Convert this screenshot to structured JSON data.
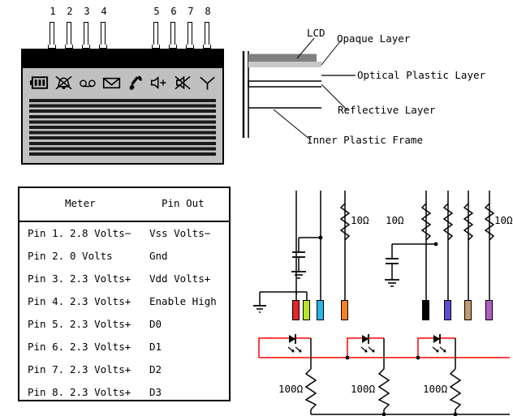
{
  "lcd_module": {
    "name": "LCD display module",
    "pin_numbers_left": [
      "1",
      "2",
      "3",
      "4"
    ],
    "pin_numbers_right": [
      "5",
      "6",
      "7",
      "8"
    ],
    "status_icons": [
      "battery-icon",
      "bell-muted-icon",
      "voicemail-icon",
      "envelope-icon",
      "phone-handset-icon",
      "speaker-icon",
      "speaker-muted-icon",
      "antenna-icon"
    ]
  },
  "cross_section": {
    "labels": [
      "LCD",
      "Opaque Layer",
      "Optical Plastic Layer",
      "Reflective Layer",
      "Inner Plastic Frame"
    ],
    "opaque_layer_color": "#808080",
    "optical_layer_color": "#c8c8c8"
  },
  "pinout_table": {
    "header": {
      "left": "Meter",
      "right": "Pin Out"
    },
    "rows": [
      {
        "pin": "Pin 1.",
        "volts": "2.8 Volts−",
        "function": "Vss Volts−"
      },
      {
        "pin": "Pin 2.",
        "volts": "0 Volts",
        "function": "Gnd"
      },
      {
        "pin": "Pin 3.",
        "volts": "2.3 Volts+",
        "function": "Vdd Volts+"
      },
      {
        "pin": "Pin 4.",
        "volts": "2.3 Volts+",
        "function": "Enable High"
      },
      {
        "pin": "Pin 5.",
        "volts": "2.3 Volts+",
        "function": "D0"
      },
      {
        "pin": "Pin 6.",
        "volts": "2.3 Volts+",
        "function": "D1"
      },
      {
        "pin": "Pin 7.",
        "volts": "2.3 Volts+",
        "function": "D2"
      },
      {
        "pin": "Pin 8.",
        "volts": "2.3 Volts+",
        "function": "D3"
      }
    ]
  },
  "circuit": {
    "series_resistor_labels": [
      "10Ω",
      "10Ω",
      "10Ω"
    ],
    "led_resistor_labels": [
      "100Ω",
      "100Ω",
      "100Ω"
    ],
    "led_count": 3,
    "rail_color": "#ff0000",
    "ground_symbol": "earth-ground",
    "wire_colors_left": [
      "#e8232a",
      "#b7e32a",
      "#2ab4e8",
      "#f58220"
    ],
    "wire_colors_right": [
      "#000000",
      "#5b4fcf",
      "#c49a6c",
      "#b05ec0"
    ]
  }
}
